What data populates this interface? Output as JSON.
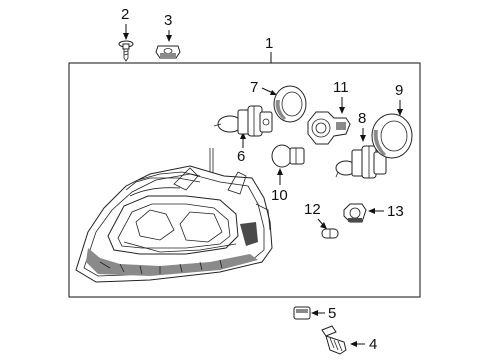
{
  "callouts": {
    "c1": "1",
    "c2": "2",
    "c3": "3",
    "c4": "4",
    "c5": "5",
    "c6": "6",
    "c7": "7",
    "c8": "8",
    "c9": "9",
    "c10": "10",
    "c11": "11",
    "c12": "12",
    "c13": "13"
  },
  "parts": [
    {
      "id": "1",
      "name": "headlamp-assembly"
    },
    {
      "id": "2",
      "name": "screw"
    },
    {
      "id": "3",
      "name": "clip-nut"
    },
    {
      "id": "4",
      "name": "bolt"
    },
    {
      "id": "5",
      "name": "grommet"
    },
    {
      "id": "6",
      "name": "low-beam-bulb"
    },
    {
      "id": "7",
      "name": "bulb-seal"
    },
    {
      "id": "8",
      "name": "high-beam-bulb"
    },
    {
      "id": "9",
      "name": "bulb-seal-ring"
    },
    {
      "id": "10",
      "name": "turn-signal-bulb"
    },
    {
      "id": "11",
      "name": "bulb-socket"
    },
    {
      "id": "12",
      "name": "side-marker-bulb"
    },
    {
      "id": "13",
      "name": "side-marker-socket"
    }
  ]
}
